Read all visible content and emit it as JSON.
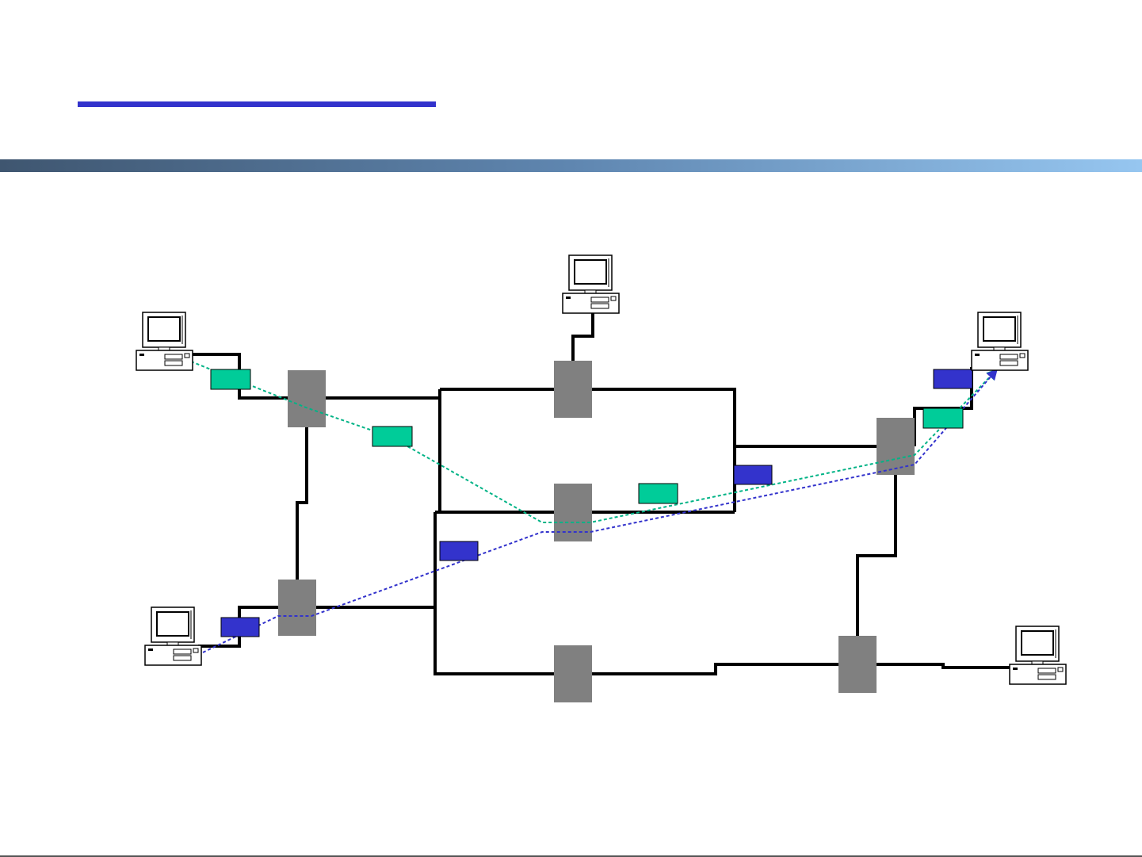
{
  "slide": {
    "title_underline_color": "#3333cc",
    "header_band_colors": [
      "#3f5670",
      "#5f86b0",
      "#96c6f0"
    ],
    "footer_rule_color": "#555555"
  },
  "diagram": {
    "colors": {
      "link": "#000000",
      "router": "#808080",
      "packet_a": "#00cc99",
      "packet_b": "#3333cc",
      "path_a": "#00b386",
      "path_b": "#3333cc",
      "computer_outline": "#000000"
    },
    "hosts": [
      {
        "id": "host-top-left",
        "icon": "desktop-computer-icon"
      },
      {
        "id": "host-top-center",
        "icon": "desktop-computer-icon"
      },
      {
        "id": "host-top-right",
        "icon": "desktop-computer-icon"
      },
      {
        "id": "host-bottom-left",
        "icon": "desktop-computer-icon"
      },
      {
        "id": "host-bottom-right",
        "icon": "desktop-computer-icon"
      }
    ],
    "routers": [
      {
        "id": "router-upper-left"
      },
      {
        "id": "router-lower-left"
      },
      {
        "id": "router-top-center"
      },
      {
        "id": "router-middle-center"
      },
      {
        "id": "router-bottom-center"
      },
      {
        "id": "router-upper-right"
      },
      {
        "id": "router-lower-right"
      }
    ],
    "packets": [
      {
        "id": "packet-green-1",
        "flow": "a"
      },
      {
        "id": "packet-green-2",
        "flow": "a"
      },
      {
        "id": "packet-green-3",
        "flow": "a"
      },
      {
        "id": "packet-green-4",
        "flow": "a"
      },
      {
        "id": "packet-blue-1",
        "flow": "b"
      },
      {
        "id": "packet-blue-2",
        "flow": "b"
      },
      {
        "id": "packet-blue-3",
        "flow": "b"
      },
      {
        "id": "packet-blue-4",
        "flow": "b"
      }
    ]
  }
}
